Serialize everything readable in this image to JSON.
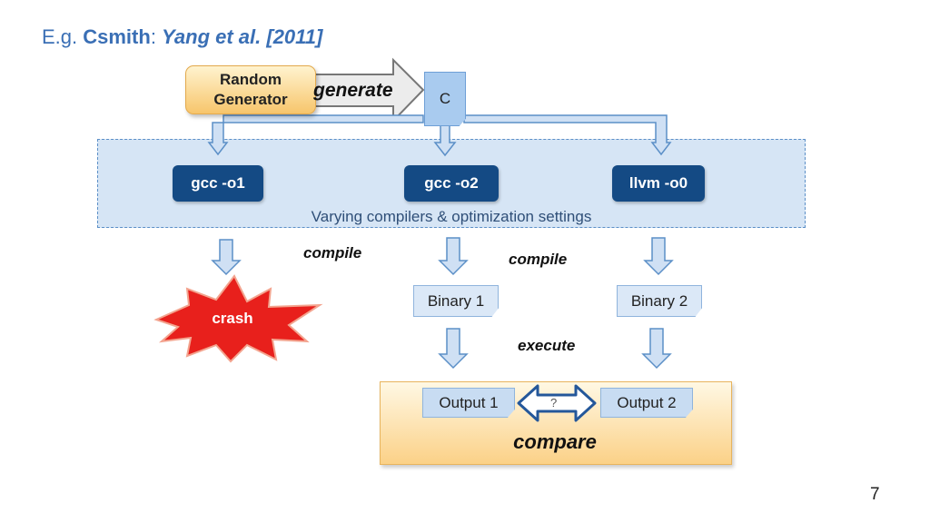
{
  "title": {
    "prefix": "E.g. ",
    "name": "Csmith",
    "colon": ": ",
    "citation": "Yang et al. [2011]"
  },
  "generator": {
    "line1": "Random",
    "line2": "Generator"
  },
  "generate_label": "generate",
  "c_file_label": "C",
  "compilers": [
    "gcc -o1",
    "gcc -o2",
    "llvm -o0"
  ],
  "panel_caption": "Varying compilers & optimization settings",
  "compile_labels": [
    "compile",
    "compile"
  ],
  "crash_label": "crash",
  "binaries": [
    "Binary 1",
    "Binary 2"
  ],
  "execute_label": "execute",
  "outputs": [
    "Output 1",
    "Output 2"
  ],
  "question_mark": "?",
  "compare_label": "compare",
  "page_number": "7",
  "colors": {
    "title": "#3a6fb5",
    "compiler_box": "#144a84",
    "panel": "#d6e5f5",
    "arrow_fill": "#cfe0f4",
    "arrow_stroke": "#5b8fc7",
    "crash": "#e8201c"
  }
}
